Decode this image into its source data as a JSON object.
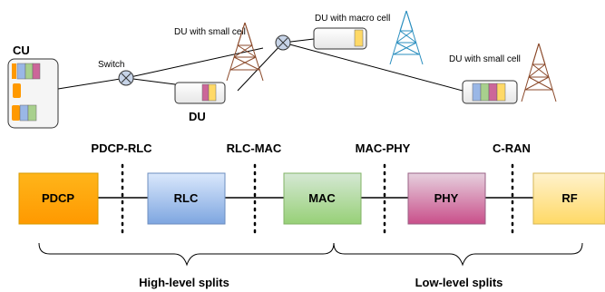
{
  "labels": {
    "cu": "CU",
    "switch": "Switch",
    "du_small_1": "DU with small cell",
    "du": "DU",
    "du_macro": "DU with macro cell",
    "du_small_2": "DU with small cell"
  },
  "splits": {
    "pdcp_rlc": "PDCP-RLC",
    "rlc_mac": "RLC-MAC",
    "mac_phy": "MAC-PHY",
    "c_ran": "C-RAN"
  },
  "layers": {
    "pdcp": "PDCP",
    "rlc": "RLC",
    "mac": "MAC",
    "phy": "PHY",
    "rf": "RF"
  },
  "groups": {
    "high": "High-level splits",
    "low": "Low-level splits"
  },
  "colors": {
    "pdcp": "#ffad00",
    "rlc": "#7ea6e0",
    "mac": "#97d077",
    "phy": "#c94f8a",
    "rf": "#ffd966",
    "tower_brown": "#8b4a2b",
    "tower_blue": "#2b8fbf",
    "switch_fill": "#c7d4e8"
  },
  "icons": {
    "switch": "switch-icon",
    "tower": "cell-tower-icon"
  }
}
